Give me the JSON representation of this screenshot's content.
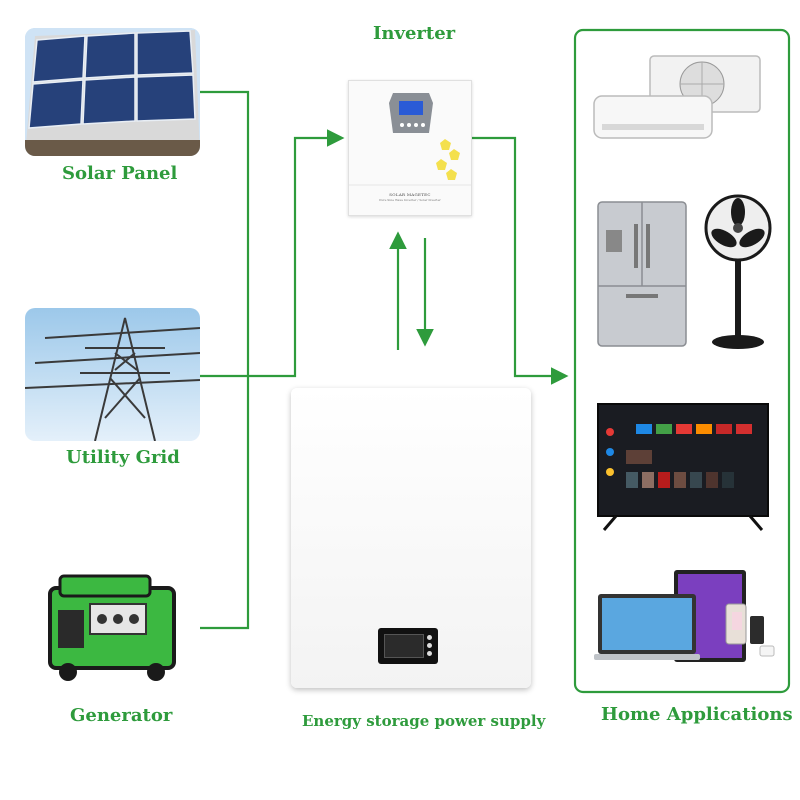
{
  "labels": {
    "inverter": "Inverter",
    "solar_panel": "Solar Panel",
    "utility_grid": "Utility Grid",
    "generator": "Generator",
    "storage": "Energy storage power supply",
    "home_apps": "Home Applications"
  },
  "inverter_plate": {
    "brand": "SOLAR MAGETEC",
    "subtitle": "Pure Sine Wave Inverter / Solar Inverter"
  },
  "colors": {
    "accent": "#2e9b3c",
    "sky": "#bcd9f0",
    "panel_cell": "#26417a",
    "generator_green": "#3cb841",
    "tv_screen": "#1a1c22",
    "storage_body": "#ffffff"
  },
  "icons": {
    "solar": "solar-panel-icon",
    "grid": "power-tower-icon",
    "generator": "generator-icon",
    "inverter": "inverter-icon",
    "battery": "battery-wall-icon",
    "ac": "air-conditioner-icon",
    "fridge": "refrigerator-icon",
    "fan": "fan-icon",
    "tv": "television-icon",
    "devices": "devices-icon"
  }
}
